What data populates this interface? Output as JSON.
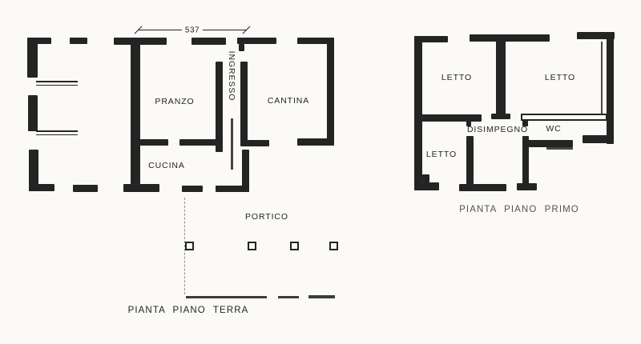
{
  "ground_floor": {
    "caption": "PIANTA PIANO TERRA",
    "dimension": "537",
    "rooms": {
      "pranzo": "PRANZO",
      "ingresso": "INGRESSO",
      "cantina": "CANTINA",
      "cucina": "CUCINA",
      "portico": "PORTICO"
    }
  },
  "first_floor": {
    "caption": "PIANTA PIANO PRIMO",
    "rooms": {
      "letto_nw": "LETTO",
      "letto_ne": "LETTO",
      "letto_sw": "LETTO",
      "disimpegno": "DISIMPEGNO",
      "wc": "WC"
    }
  },
  "colors": {
    "ink": "#242424",
    "paper": "#fbfaf6",
    "dash": "#8f8f8f",
    "line_gray": "#3c3c3c"
  }
}
